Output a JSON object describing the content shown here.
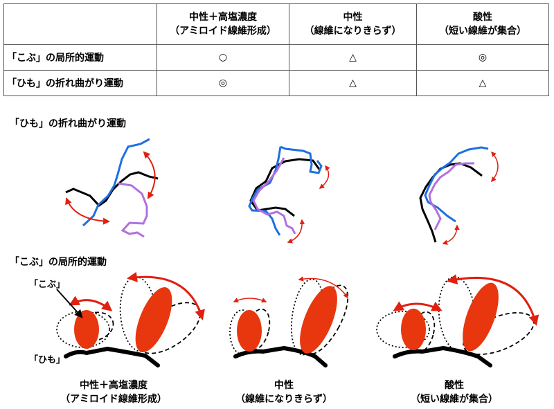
{
  "table": {
    "corner": "",
    "columns": [
      {
        "line1": "中性＋高塩濃度",
        "line2": "（アミロイド線維形成）"
      },
      {
        "line1": "中性",
        "line2": "（線維になりきらず）"
      },
      {
        "line1": "酸性",
        "line2": "（短い線維が集合）"
      }
    ],
    "rows": [
      {
        "label": "「こぶ」の局所的運動",
        "cells": [
          "○",
          "△",
          "◎"
        ]
      },
      {
        "label": "「ひも」の折れ曲がり運動",
        "cells": [
          "◎",
          "△",
          "△"
        ]
      }
    ]
  },
  "sections": {
    "bending_title": "「ひも」の折れ曲がり運動",
    "local_title": "「こぶ」の局所的運動"
  },
  "labels": {
    "kobu": "「こぶ」",
    "himo": "「ひも」"
  },
  "captions": [
    {
      "line1": "中性＋高塩濃度",
      "line2": "（アミロイド線維形成）"
    },
    {
      "line1": "中性",
      "line2": "（線維になりきらず）"
    },
    {
      "line1": "酸性",
      "line2": "（短い線維が集合）"
    }
  ],
  "colors": {
    "red": "#e8360e",
    "arrow_red": "#e02010",
    "blue": "#1e6fe0",
    "purple": "#b070e0",
    "black": "#000000"
  }
}
